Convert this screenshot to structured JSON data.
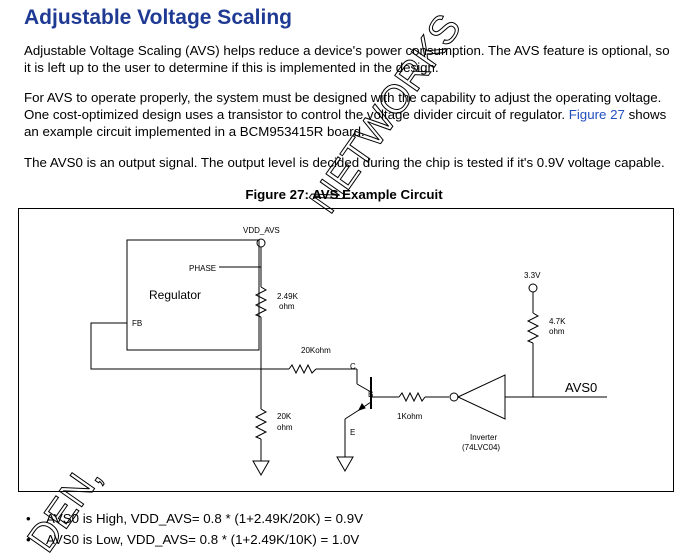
{
  "section": {
    "title": "Adjustable Voltage Scaling"
  },
  "paragraphs": {
    "p1": "Adjustable Voltage Scaling (AVS) helps reduce a device's power consumption. The AVS feature is optional, so it is left up to the user to determine if this is implemented in the design.",
    "p2_before_link": "For AVS to operate properly, the system must be designed with the capability to adjust the operating voltage. One cost-optimized design uses a transistor to control the voltage divider circuit of regulator.",
    "p2_link": "Figure 27",
    "p2_after_link": "shows an example circuit implemented in a BCM953415R board.",
    "p3": "The AVS0 is an output signal. The output level is decided during the chip is tested if it's 0.9V voltage capable."
  },
  "figure": {
    "caption": "Figure 27:  AVS Example Circuit",
    "labels": {
      "vdd_avs": "VDD_AVS",
      "regulator": "Regulator",
      "phase": "PHASE",
      "fb": "FB",
      "r1_value": "2.49K",
      "r1_unit": "ohm",
      "r2_value": "20Kohm",
      "r3_value": "20K",
      "r3_unit": "ohm",
      "r4_value": "1Kohm",
      "r5_value": "4.7K",
      "r5_unit": "ohm",
      "supply": "3.3V",
      "collector": "C",
      "base": "B",
      "emitter": "E",
      "inverter": "Inverter",
      "inverter_part": "(74LVC04)",
      "avs0": "AVS0"
    }
  },
  "bullets": [
    {
      "marker": "•",
      "text": "AVS0 is High, VDD_AVS= 0.8 * (1+2.49K/20K) = 0.9V"
    },
    {
      "marker": "•",
      "text": "AVS0 is Low, VDD_AVS= 0.8 * (1+2.49K/10K) = 1.0V"
    }
  ],
  "watermarks": {
    "top": "NETWORKS",
    "bottom": "DEN,"
  }
}
